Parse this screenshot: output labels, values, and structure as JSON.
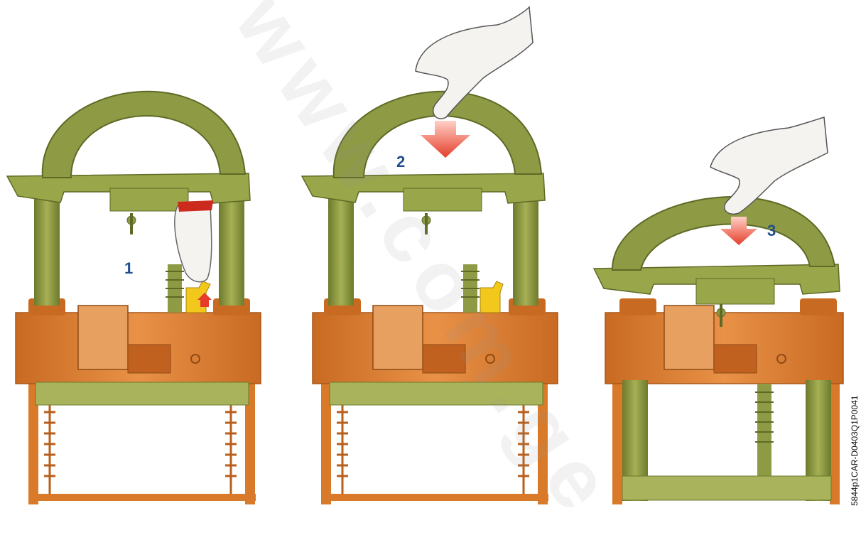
{
  "steps": [
    {
      "label": "1"
    },
    {
      "label": "2"
    },
    {
      "label": "3"
    }
  ],
  "reference_code": "5844p1CAR-D0403Q1P0041",
  "watermark": "www.com.ge",
  "colors": {
    "frame_orange": "#e0822f",
    "frame_orange_dark": "#b85e1a",
    "handle_olive": "#8f9a45",
    "handle_olive_dark": "#5e6a26",
    "lever_yellow": "#f2c81d",
    "arrow_red": "#e53d2a",
    "label_blue": "#1f4f8f"
  }
}
